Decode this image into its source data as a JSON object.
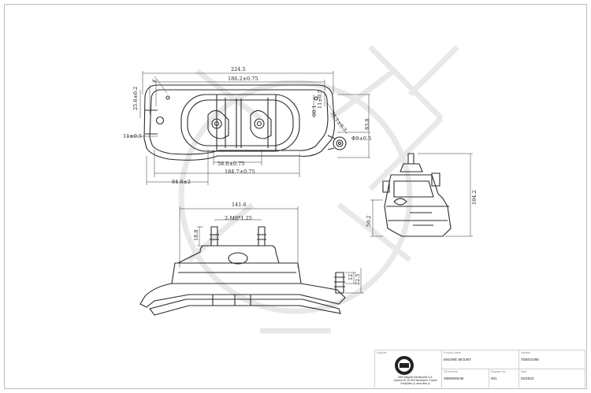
{
  "dimensions": {
    "top_width": "224.5",
    "hole_spacing": "186.2±0.75",
    "right_height": "83.8",
    "left_height": "25.6±0.2",
    "left_offset": "11±0.5",
    "stud_offset": "58.6±0.75",
    "lower_span": "184.7±0.75",
    "left_span": "84.6±2",
    "small_top": "4",
    "right_hole_pos": "31.1±0.7",
    "right_hole_dia": "Φ9±0.5",
    "side_height_a": "60.1",
    "side_stud": "11±0.5",
    "front_width": "141.6",
    "stud_thread": "2-M8*1.25",
    "stud_height": "18.8",
    "pin_a": "12",
    "pin_b": "22.5",
    "side_total_height": "104.2",
    "side_lower": "50.2"
  },
  "title_block": {
    "supplier_label": "Supplier",
    "company_name": "DBM Magneti Michalowski S.A.",
    "company_addr1": "Opacka 45, 87-800 Wloclawek, Poland",
    "company_addr2": "info@dbm.pl, www.dbm.pl",
    "product_name_label": "Product name",
    "product_name": "ENGINE MOUNT",
    "number_label": "Number",
    "number": "TEBOX286",
    "oe_label": "OE Number",
    "oe_number": "4800W82AB",
    "diagram_label": "Diagram No.",
    "diagram_no": "001",
    "date_label": "Date",
    "date": "02/2023"
  },
  "colors": {
    "line": "#2b2b2b",
    "dim_line": "#333333",
    "watermark": "#e6e6e6",
    "border": "#bdbdbd"
  }
}
